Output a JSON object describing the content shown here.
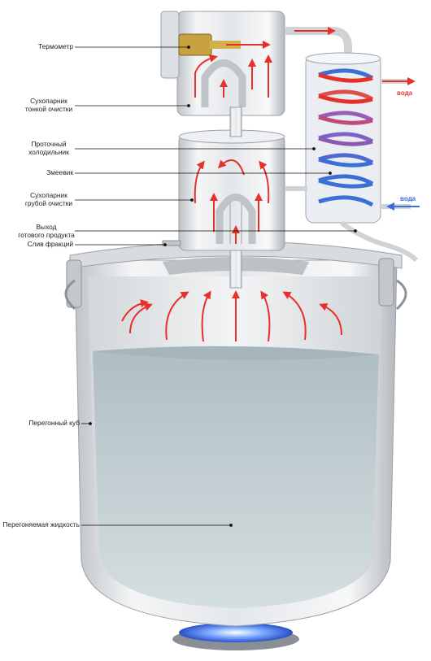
{
  "labels": [
    {
      "id": "thermometer",
      "lines": [
        "Термометр"
      ]
    },
    {
      "id": "fine-dryer",
      "lines": [
        "Сухопарник",
        "тонкой очистки"
      ]
    },
    {
      "id": "flow-cooler",
      "lines": [
        "Проточный",
        "холодильник"
      ]
    },
    {
      "id": "coil",
      "lines": [
        "Змеевик"
      ]
    },
    {
      "id": "coarse-dryer",
      "lines": [
        "Сухопарник",
        "грубой очистки"
      ]
    },
    {
      "id": "product-outlet",
      "lines": [
        "Выход",
        "готового продукта"
      ]
    },
    {
      "id": "fraction-drain",
      "lines": [
        "Слив фракций"
      ]
    },
    {
      "id": "still",
      "lines": [
        "Перегонный куб"
      ]
    },
    {
      "id": "liquid",
      "lines": [
        "Перегоняемая жидкость"
      ]
    }
  ],
  "water_out": "вода",
  "water_in": "вода",
  "colors": {
    "steam": "#e8302a",
    "cold": "#3b6fd6",
    "steel": "#c9cdd1",
    "liquid": "#b9c7cc"
  }
}
